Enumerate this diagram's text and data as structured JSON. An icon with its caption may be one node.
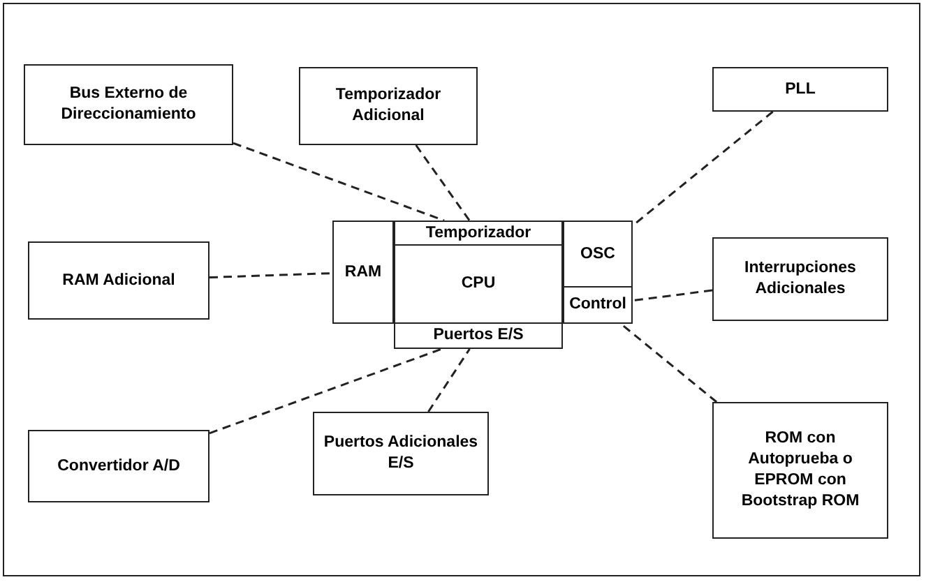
{
  "diagram": {
    "nodes": [
      {
        "text": [
          "Bus Externo de Direccionamiento"
        ]
      },
      {
        "text": [
          "Temporizador Adicional"
        ]
      },
      {
        "text": [
          "PLL"
        ]
      },
      {
        "text": [
          "Temporizador"
        ]
      },
      {
        "text": [
          "RAM Adicional"
        ]
      },
      {
        "text": [
          "RAM"
        ]
      },
      {
        "text": [
          "CPU"
        ]
      },
      {
        "text": [
          "OSC"
        ]
      },
      {
        "text": [
          "Interrupciones Adicionales"
        ]
      },
      {
        "text": [
          "Control"
        ]
      },
      {
        "text": [
          "Puertos E/S"
        ]
      },
      {
        "text": [
          "Convertidor A/D"
        ]
      },
      {
        "text": [
          "Puertos Adicionales E/S"
        ]
      },
      {
        "text": [
          "ROM con Autoprueba o EPROM con Bootstrap ROM"
        ]
      }
    ],
    "edges": [
      {
        "from": 0,
        "to": 3,
        "arrow": "none"
      },
      {
        "from": 1,
        "to": 3,
        "arrow": "none"
      },
      {
        "from": 2,
        "to": 7,
        "arrow": "none"
      },
      {
        "from": 4,
        "to": 5,
        "arrow": "none"
      },
      {
        "from": 8,
        "to": 9,
        "arrow": "none"
      },
      {
        "from": 11,
        "to": 10,
        "arrow": "none"
      },
      {
        "from": 12,
        "to": 10,
        "arrow": "none"
      },
      {
        "from": 13,
        "to": 9,
        "arrow": "none"
      }
    ]
  }
}
